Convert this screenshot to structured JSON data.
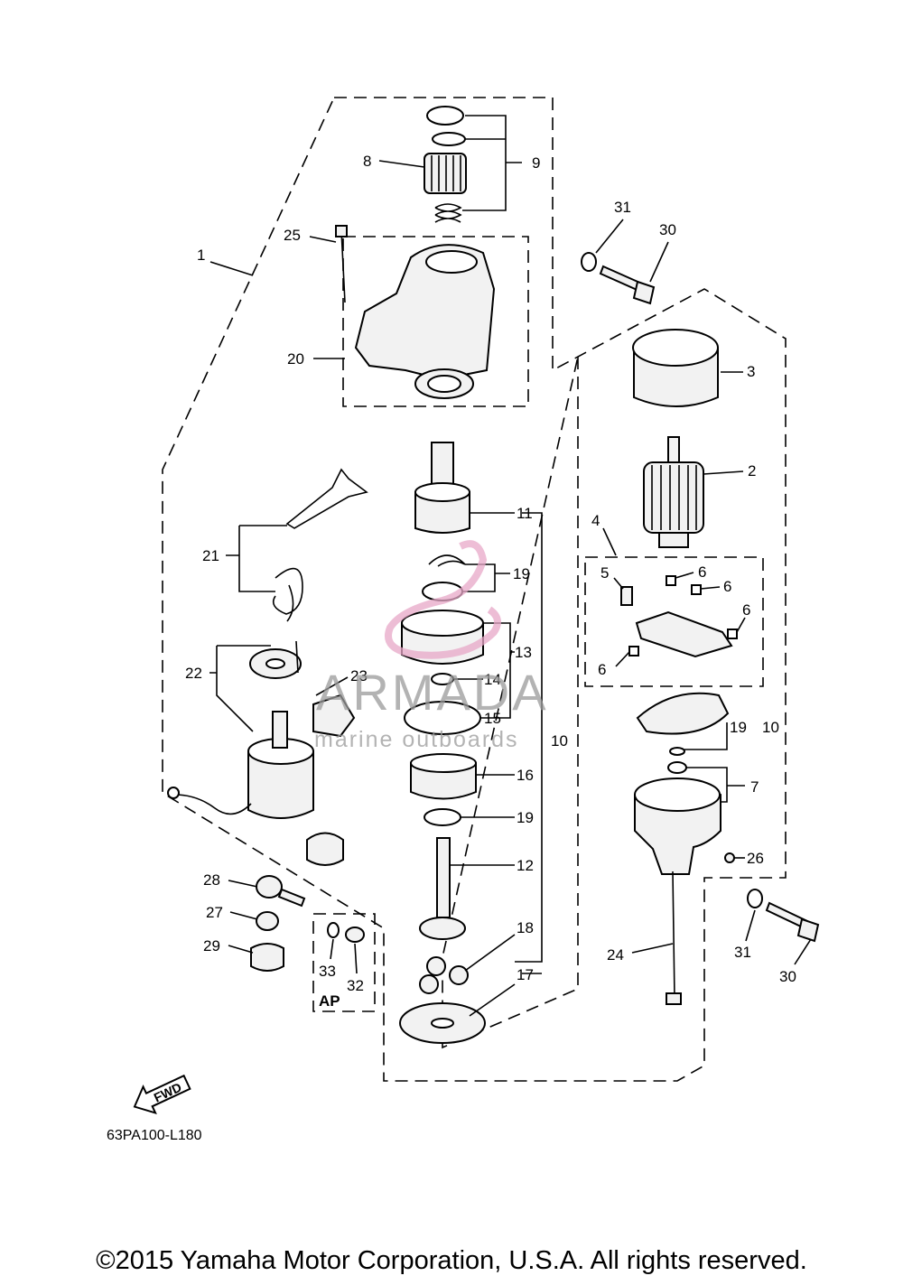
{
  "diagram": {
    "code": "63PA100-L180",
    "fwd_label": "FWD",
    "ap_label": "AP",
    "callouts": {
      "c1": "1",
      "c2": "2",
      "c3": "3",
      "c4": "4",
      "c5": "5",
      "c6a": "6",
      "c6b": "6",
      "c6c": "6",
      "c6d": "6",
      "c7": "7",
      "c8": "8",
      "c9": "9",
      "c10a": "10",
      "c10b": "10",
      "c11": "11",
      "c12": "12",
      "c13": "13",
      "c14": "14",
      "c15": "15",
      "c16": "16",
      "c17": "17",
      "c18": "18",
      "c19a": "19",
      "c19b": "19",
      "c19c": "19",
      "c20": "20",
      "c21": "21",
      "c22": "22",
      "c23": "23",
      "c24": "24",
      "c25": "25",
      "c26": "26",
      "c27": "27",
      "c28": "28",
      "c29": "29",
      "c30a": "30",
      "c30b": "30",
      "c31a": "31",
      "c31b": "31",
      "c32": "32",
      "c33": "33"
    }
  },
  "watermark": {
    "brand": "ARMADA",
    "tagline": "marine outboards"
  },
  "footer": {
    "copyright": "©2015 Yamaha Motor Corporation, U.S.A. All rights reserved."
  },
  "colors": {
    "watermark_logo": "#e8a8c8",
    "watermark_text": "#9a9a9a"
  }
}
